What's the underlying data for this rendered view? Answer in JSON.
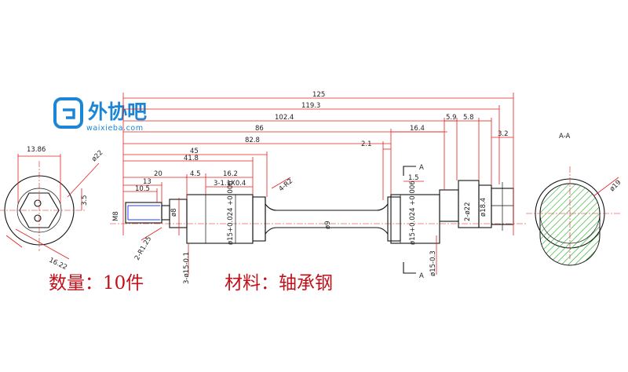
{
  "brand": {
    "name": "外协吧",
    "site": "waixieba.com"
  },
  "notes": {
    "quantity": "数量：10件",
    "material": "材料：轴承钢"
  },
  "section": {
    "title": "A-A",
    "mark_top": "A",
    "mark_bottom": "A",
    "diameter": "ø19"
  },
  "left_view": {
    "width": "13.86",
    "diameter": "ø22",
    "offset": "3.5",
    "across_corners": "16.22"
  },
  "dimensions": {
    "d125": "125",
    "d119": "119.3",
    "d102": "102.4",
    "d86": "86",
    "d82": "82.8",
    "d45": "45",
    "d41": "41.8",
    "d20": "20",
    "d13": "13",
    "d10": "10.5",
    "d4": "4.5",
    "d16a": "16.2",
    "d16b": "16.4",
    "d5a": "5.9",
    "d5b": "5.8",
    "d3": "3.2",
    "d2": "2.1",
    "d1": "1.5",
    "groove": "3-1.1X0.4",
    "r": "4-R2",
    "thread": "M8",
    "neck": "ø8",
    "chamfer": "2-R1.25",
    "tol_left": "3-ø15-0.1",
    "tol_right": "ø15-0.3",
    "fit_left": "ø15+0.024 +0.006",
    "fit_right": "ø15+0.024 +0.006",
    "mid": "ø9",
    "step": "2-ø22",
    "flange": "ø18.4"
  }
}
